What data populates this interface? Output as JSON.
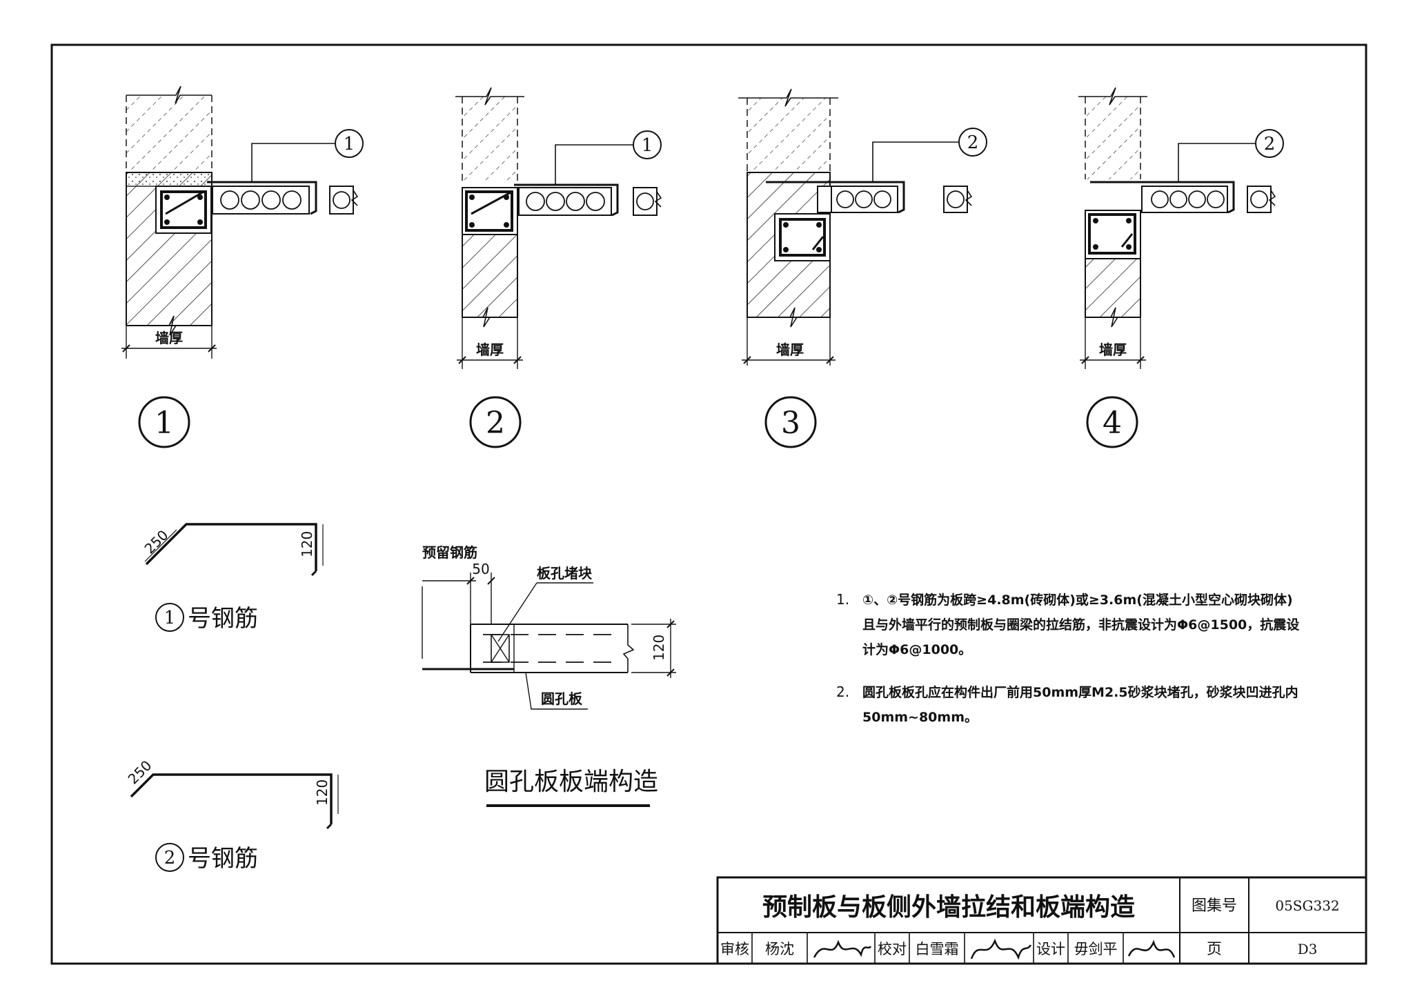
{
  "details": [
    {
      "id": "detail-1",
      "number": "1",
      "callout": "1",
      "dim_label": "墙厚"
    },
    {
      "id": "detail-2",
      "number": "2",
      "callout": "1",
      "dim_label": "墙厚"
    },
    {
      "id": "detail-3",
      "number": "3",
      "callout": "2",
      "dim_label": "墙厚"
    },
    {
      "id": "detail-4",
      "number": "4",
      "callout": "2",
      "dim_label": "墙厚"
    }
  ],
  "bars": [
    {
      "marker": "1",
      "name": "号钢筋",
      "len_a": "250",
      "len_b": "120"
    },
    {
      "marker": "2",
      "name": "号钢筋",
      "len_a": "250",
      "len_b": "120"
    }
  ],
  "end_detail": {
    "title": "圆孔板板端构造",
    "label_rebar": "预留钢筋",
    "dim_50": "50",
    "label_plug": "板孔堵块",
    "dim_120": "120",
    "label_slab": "圆孔板"
  },
  "notes": [
    {
      "num": "1.",
      "text": "①、②号钢筋为板跨≥4.8m(砖砌体)或≥3.6m(混凝土小型空心砌块砌体)且与外墙平行的预制板与圈梁的拉结筋，非抗震设计为Φ6@1500，抗震设计为Φ6@1000。"
    },
    {
      "num": "2.",
      "text": "圆孔板板孔应在构件出厂前用50mm厚M2.5砂浆块堵孔，砂浆块凹进孔内50mm~80mm。"
    }
  ],
  "titleblock": {
    "title": "预制板与板侧外墙拉结和板端构造",
    "atlas_label": "图集号",
    "atlas_no": "05SG332",
    "page_label": "页",
    "page_no": "D3",
    "reviewer_label": "审核",
    "reviewer": "杨沈",
    "checker_label": "校对",
    "checker": "白雪霜",
    "designer_label": "设计",
    "designer": "毋剑平"
  }
}
